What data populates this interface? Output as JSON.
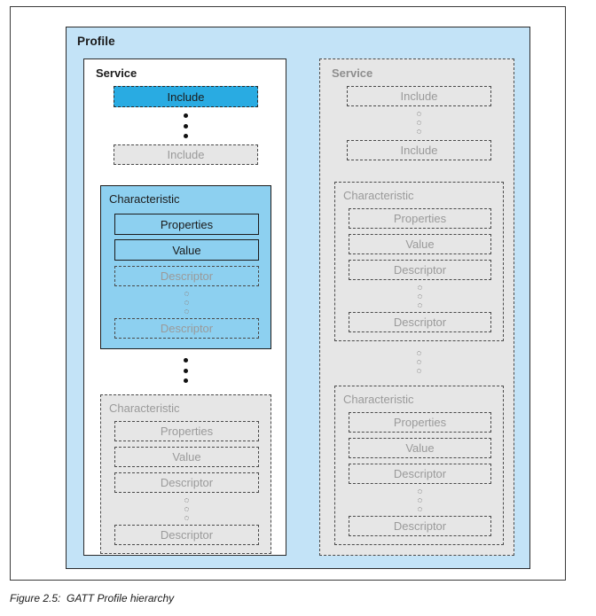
{
  "figure": {
    "caption": "Figure 2.5:  GATT Profile hierarchy",
    "colors": {
      "profile_fill": "#c3e3f7",
      "highlight_blue": "#29abe2",
      "characteristic_blue": "#8dd0f0",
      "faded_fill": "#e6e6e6",
      "faded_text": "#9a9a9a",
      "ink": "#1b1b1b"
    }
  },
  "profile": {
    "title": "Profile",
    "services": [
      {
        "title": "Service",
        "state": "active",
        "includes": [
          {
            "label": "Include",
            "state": "highlight"
          },
          {
            "label": "Include",
            "state": "faded"
          }
        ],
        "include_ellipsis": "vertical-filled",
        "characteristics": [
          {
            "title": "Characteristic",
            "state": "active",
            "properties": "Properties",
            "value": "Value",
            "descriptors": [
              "Descriptor",
              "Descriptor"
            ],
            "descriptor_ellipsis": "vertical-open"
          },
          {
            "title": "Characteristic",
            "state": "faded",
            "properties": "Properties",
            "value": "Value",
            "descriptors": [
              "Descriptor",
              "Descriptor"
            ],
            "descriptor_ellipsis": "vertical-open"
          }
        ],
        "characteristic_ellipsis": "vertical-filled"
      },
      {
        "title": "Service",
        "state": "faded",
        "includes": [
          {
            "label": "Include",
            "state": "faded"
          },
          {
            "label": "Include",
            "state": "faded"
          }
        ],
        "include_ellipsis": "vertical-open",
        "characteristics": [
          {
            "title": "Characteristic",
            "state": "faded",
            "properties": "Properties",
            "value": "Value",
            "descriptors": [
              "Descriptor",
              "Descriptor"
            ],
            "descriptor_ellipsis": "vertical-open"
          },
          {
            "title": "Characteristic",
            "state": "faded",
            "properties": "Properties",
            "value": "Value",
            "descriptors": [
              "Descriptor",
              "Descriptor"
            ],
            "descriptor_ellipsis": "vertical-open"
          }
        ],
        "characteristic_ellipsis": "vertical-open"
      }
    ],
    "service_ellipsis": "horizontal-filled"
  }
}
